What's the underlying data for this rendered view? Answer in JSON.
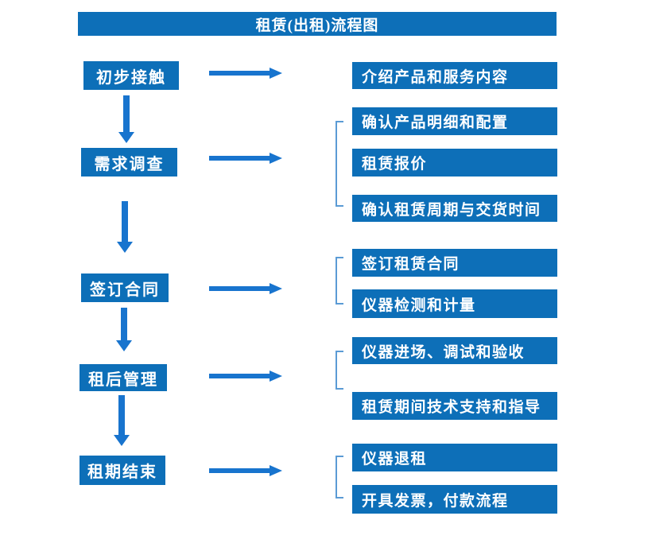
{
  "title": "租赁(出租)流程图",
  "colors": {
    "box_blue": "#0d6fb8",
    "arrow_blue": "#1874ce",
    "bracket_blue": "#5b9bd5",
    "text": "#ffffff",
    "background": "#ffffff"
  },
  "steps": [
    {
      "label": "初步接触",
      "outputs": [
        "介绍产品和服务内容"
      ]
    },
    {
      "label": "需求调查",
      "outputs": [
        "确认产品明细和配置",
        "租赁报价",
        "确认租赁周期与交货时间"
      ]
    },
    {
      "label": "签订合同",
      "outputs": [
        "签订租赁合同",
        "仪器检测和计量"
      ]
    },
    {
      "label": "租后管理",
      "outputs": [
        "仪器进场、调试和验收",
        "租赁期间技术支持和指导"
      ]
    },
    {
      "label": "租期结束",
      "outputs": [
        "仪器退租",
        "开具发票，付款流程"
      ]
    }
  ]
}
